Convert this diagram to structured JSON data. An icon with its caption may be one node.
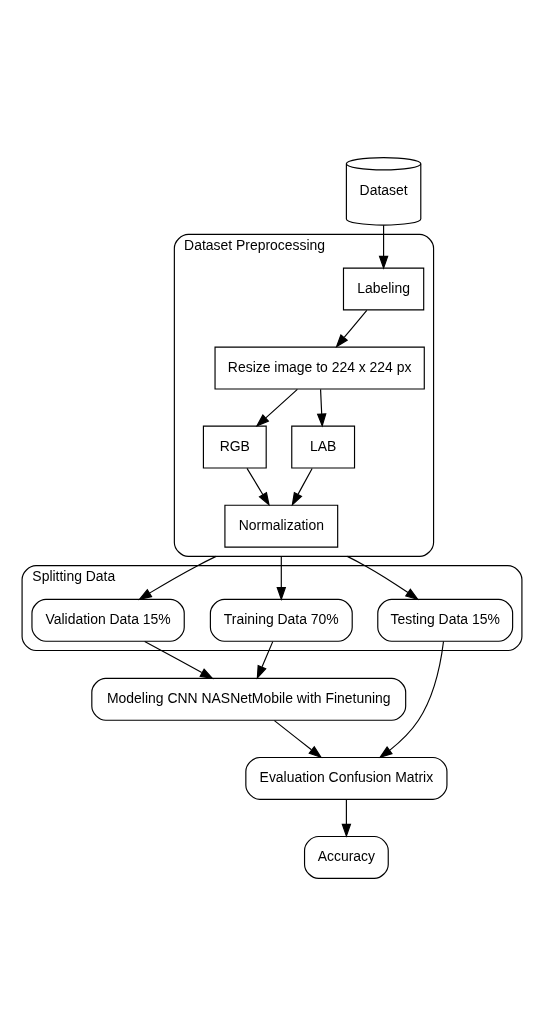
{
  "diagram": {
    "nodes": [
      {
        "text": [
          "Dataset"
        ]
      },
      {
        "text": [
          "Dataset Preprocessing"
        ]
      },
      {
        "text": [
          "Labeling"
        ],
        "in": 1
      },
      {
        "text": [
          "Resize image to 224 x 224 px"
        ],
        "in": 1
      },
      {
        "text": [
          "RGB"
        ],
        "in": 1
      },
      {
        "text": [
          "LAB"
        ],
        "in": 1
      },
      {
        "text": [
          "Normalization"
        ],
        "in": 1
      },
      {
        "text": [
          "Splitting Data"
        ]
      },
      {
        "text": [
          "Training Data 70%"
        ],
        "in": 7
      },
      {
        "text": [
          "Validation Data 15%"
        ],
        "in": 7
      },
      {
        "text": [
          "Testing Data 15%"
        ],
        "in": 7
      },
      {
        "text": [
          "Modeling CNN NASNetMobile with Finetuning"
        ]
      },
      {
        "text": [
          "Evaluation Confusion Matrix"
        ]
      },
      {
        "text": [
          "Accuracy"
        ]
      }
    ],
    "edges": [
      {
        "from": 0,
        "to": 2,
        "arrow": "to"
      },
      {
        "from": 2,
        "to": 3,
        "arrow": "to"
      },
      {
        "from": 3,
        "to": 4,
        "arrow": "to"
      },
      {
        "from": 3,
        "to": 5,
        "arrow": "to"
      },
      {
        "from": 4,
        "to": 6,
        "arrow": "to"
      },
      {
        "from": 5,
        "to": 6,
        "arrow": "to"
      },
      {
        "from": 1,
        "to": 8,
        "arrow": "to"
      },
      {
        "from": 1,
        "to": 9,
        "arrow": "to"
      },
      {
        "from": 1,
        "to": 10,
        "arrow": "to"
      },
      {
        "from": 8,
        "to": 11,
        "arrow": "to"
      },
      {
        "from": 9,
        "to": 11,
        "arrow": "to"
      },
      {
        "from": 10,
        "to": 12,
        "arrow": "to"
      },
      {
        "from": 11,
        "to": 12,
        "arrow": "to"
      },
      {
        "from": 12,
        "to": 13,
        "arrow": "to"
      }
    ]
  }
}
